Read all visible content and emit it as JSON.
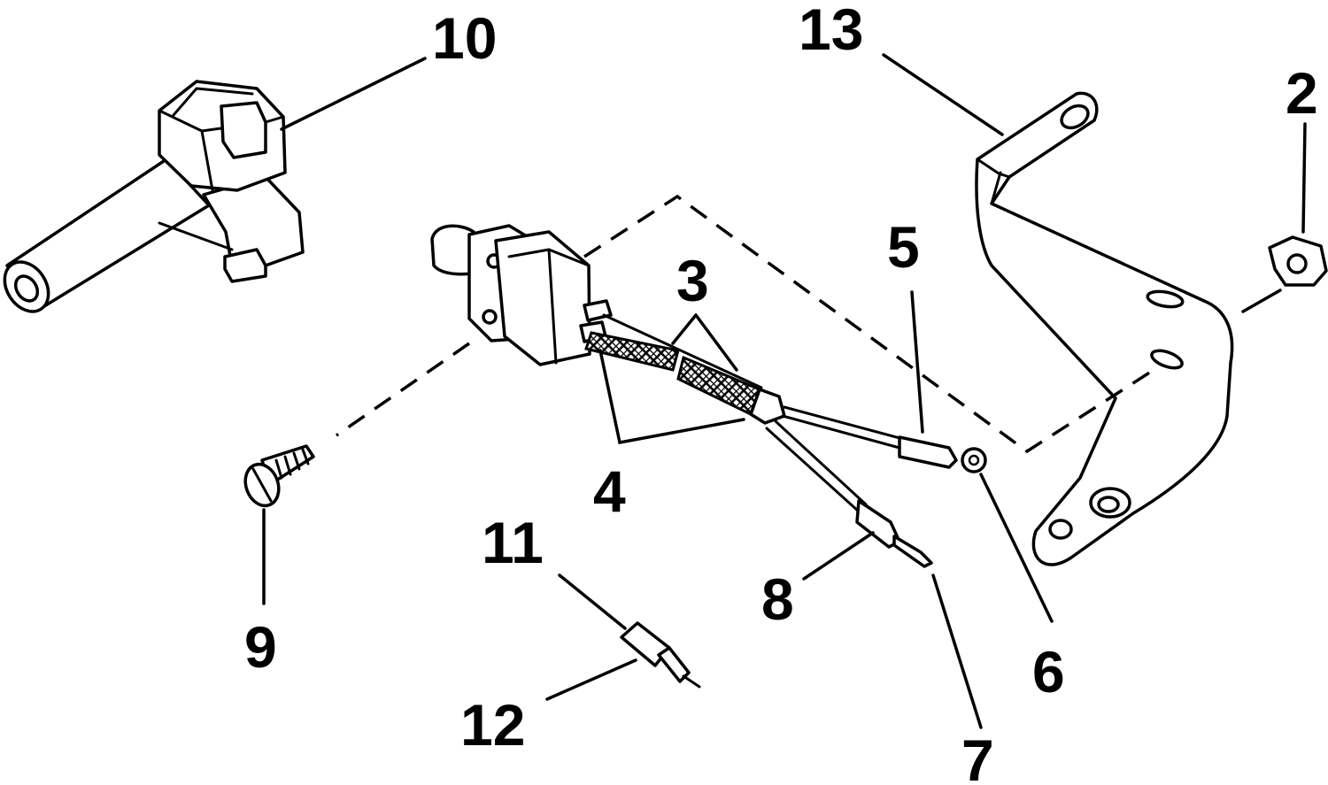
{
  "callouts": {
    "c2": "2",
    "c3": "3",
    "c4": "4",
    "c5": "5",
    "c6": "6",
    "c7": "7",
    "c8": "8",
    "c9": "9",
    "c10": "10",
    "c11": "11",
    "c12": "12",
    "c13": "13"
  }
}
